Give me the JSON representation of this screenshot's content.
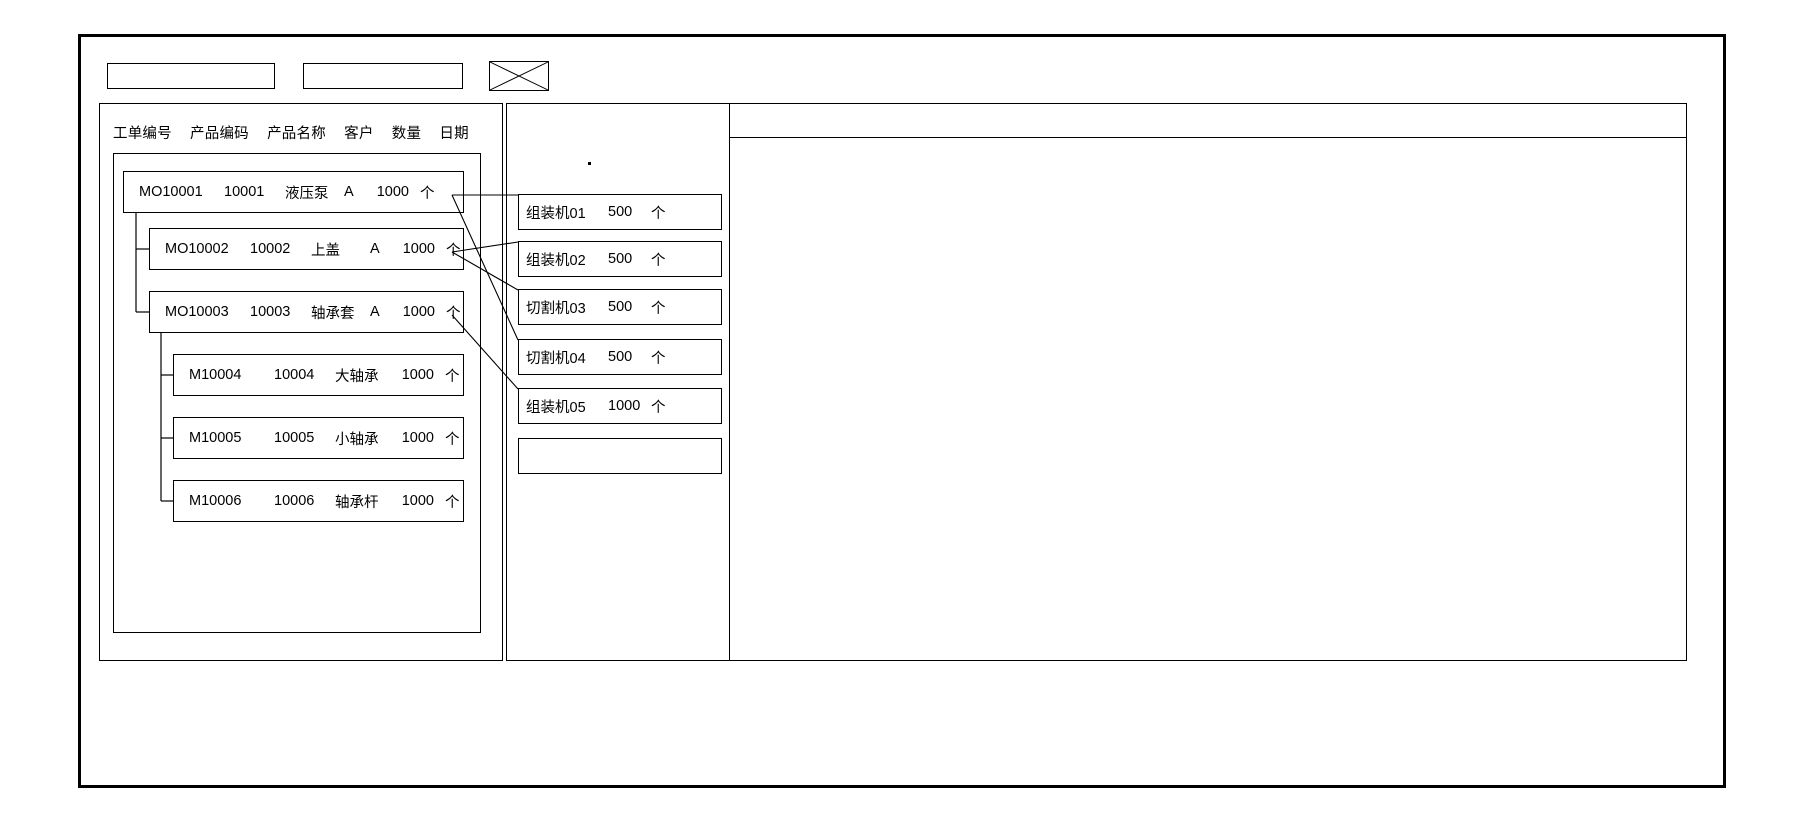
{
  "window": {
    "title": "",
    "type": "wireframe-mockup"
  },
  "toolbar": {
    "field1_value": "",
    "field2_value": "",
    "thumbnail_name": "image-placeholder-crossbox"
  },
  "orders_panel": {
    "columns": [
      "工单编号",
      "产品编码",
      "产品名称",
      "客户",
      "数量",
      "日期"
    ],
    "rows": [
      {
        "depth": 0,
        "order_no": "MO10001",
        "product_code": "10001",
        "product_name": "液压泵",
        "customer": "A",
        "quantity": "1000",
        "unit": "个"
      },
      {
        "depth": 1,
        "order_no": "MO10002",
        "product_code": "10002",
        "product_name": "上盖",
        "customer": "A",
        "quantity": "1000",
        "unit": "个"
      },
      {
        "depth": 1,
        "order_no": "MO10003",
        "product_code": "10003",
        "product_name": "轴承套",
        "customer": "A",
        "quantity": "1000",
        "unit": "个"
      },
      {
        "depth": 2,
        "order_no": "M10004",
        "product_code": "10004",
        "product_name": "大轴承",
        "customer": "",
        "quantity": "1000",
        "unit": "个"
      },
      {
        "depth": 2,
        "order_no": "M10005",
        "product_code": "10005",
        "product_name": "小轴承",
        "customer": "",
        "quantity": "1000",
        "unit": "个"
      },
      {
        "depth": 2,
        "order_no": "M10006",
        "product_code": "10006",
        "product_name": "轴承杆",
        "customer": "",
        "quantity": "1000",
        "unit": "个"
      }
    ]
  },
  "machines_panel": {
    "cards": [
      {
        "machine": "组装机01",
        "quantity": "500",
        "unit": "个"
      },
      {
        "machine": "组装机02",
        "quantity": "500",
        "unit": "个"
      },
      {
        "machine": "切割机03",
        "quantity": "500",
        "unit": "个"
      },
      {
        "machine": "切割机04",
        "quantity": "500",
        "unit": "个"
      },
      {
        "machine": "组装机05",
        "quantity": "1000",
        "unit": "个"
      },
      {
        "machine": "",
        "quantity": "",
        "unit": ""
      }
    ]
  },
  "detail_panel": {
    "header_text": "",
    "body_text": ""
  },
  "colors": {
    "stroke": "#000000",
    "background": "#ffffff",
    "window_border": "#000000"
  }
}
